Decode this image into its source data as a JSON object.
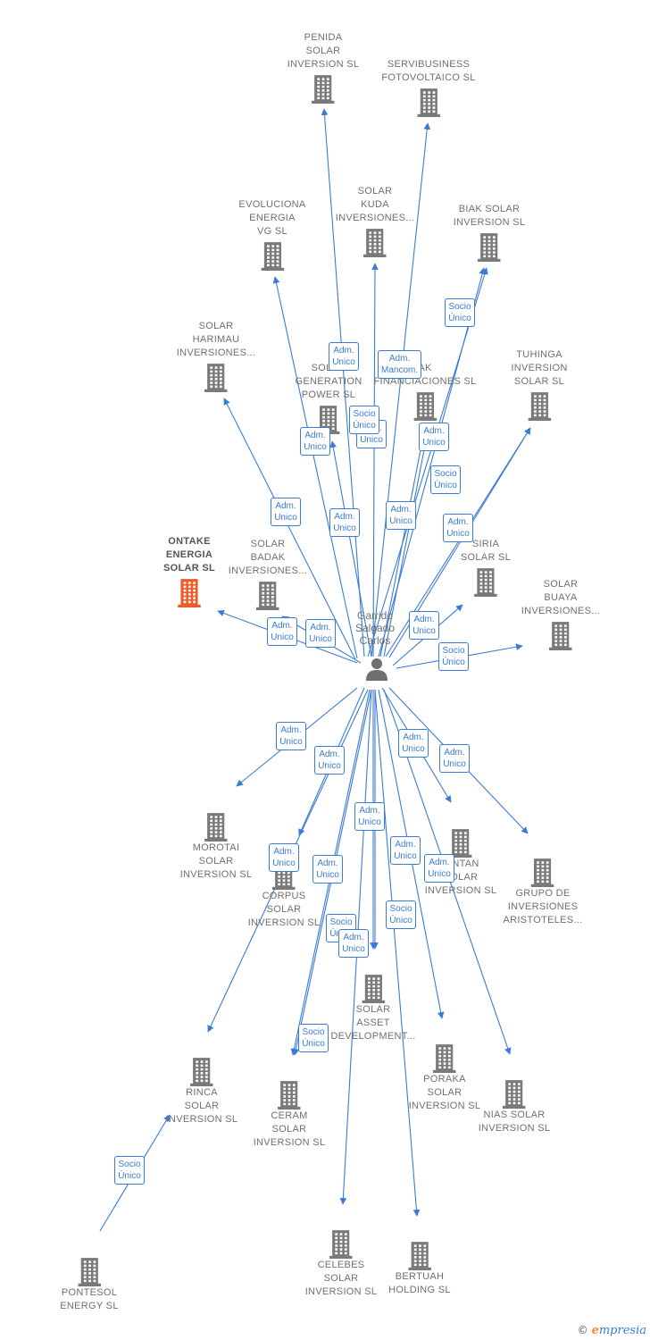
{
  "person": {
    "name": "Garrido\nSalgado\nCarlos",
    "icon": "person-icon"
  },
  "colors": {
    "edge": "#3a7bd5",
    "building": "#7a7a7a",
    "main_building": "#f05a28"
  },
  "nodes": [
    {
      "id": "penida",
      "label": "PENIDA\nSOLAR\nINVERSION  SL"
    },
    {
      "id": "servibusiness",
      "label": "SERVIBUSINESS\nFOTOVOLTAICO SL"
    },
    {
      "id": "evoluciona",
      "label": "EVOLUCIONA\nENERGIA\nVG  SL"
    },
    {
      "id": "kuda",
      "label": "SOLAR\nKUDA\nINVERSIONES..."
    },
    {
      "id": "biak",
      "label": "BIAK SOLAR\nINVERSION  SL"
    },
    {
      "id": "harimau",
      "label": "SOLAR\nHARIMAU\nINVERSIONES..."
    },
    {
      "id": "generation",
      "label": "SOLAR\nGENERATION\nPOWER SL"
    },
    {
      "id": "financiaciones",
      "label": "AK\nFINANCIACIONES SL"
    },
    {
      "id": "tuhinga",
      "label": "TUHINGA\nINVERSION\nSOLAR  SL"
    },
    {
      "id": "ontake",
      "label": "ONTAKE\nENERGIA\nSOLAR  SL",
      "main": true
    },
    {
      "id": "badak",
      "label": "SOLAR\nBADAK\nINVERSIONES..."
    },
    {
      "id": "siria",
      "label": "SIRIA\nSOLAR SL"
    },
    {
      "id": "buaya",
      "label": "SOLAR\nBUAYA\nINVERSIONES..."
    },
    {
      "id": "morotai",
      "label": "MOROTAI\nSOLAR\nINVERSION  SL"
    },
    {
      "id": "bintan",
      "label": "BINTAN\nSOLAR\nINVERSION  SL"
    },
    {
      "id": "aristoteles",
      "label": "GRUPO DE\nINVERSIONES\nARISTOTELES..."
    },
    {
      "id": "corpus",
      "label": "CORPUS\nSOLAR\nINVERSION  SL"
    },
    {
      "id": "asset",
      "label": "SOLAR\nASSET\nDEVELOPMENT..."
    },
    {
      "id": "rinca",
      "label": "RINCA\nSOLAR\nINVERSION  SL"
    },
    {
      "id": "ceram",
      "label": "CERAM\nSOLAR\nINVERSION  SL"
    },
    {
      "id": "poraka",
      "label": "PORAKA\nSOLAR\nINVERSION  SL"
    },
    {
      "id": "nias",
      "label": "NIAS SOLAR\nINVERSION  SL"
    },
    {
      "id": "celebes",
      "label": "CELEBES\nSOLAR\nINVERSION  SL"
    },
    {
      "id": "bertuah",
      "label": "BERTUAH\nHOLDING  SL"
    },
    {
      "id": "pontesol",
      "label": "PONTESOL\nENERGY  SL"
    }
  ],
  "edges": [
    {
      "from": "person",
      "to": "penida",
      "label": "Adm.\nUnico"
    },
    {
      "from": "person",
      "to": "servibusiness",
      "label": "Adm.\nMancom."
    },
    {
      "from": "person",
      "to": "evoluciona",
      "label": "Adm.\nUnico"
    },
    {
      "from": "person",
      "to": "kuda",
      "label": "Adm.\nUnico"
    },
    {
      "from": "person",
      "to": "biak",
      "label": "Socio\nÚnico"
    },
    {
      "from": "person",
      "to": "biak",
      "label": "Adm.\nUnico"
    },
    {
      "from": "person",
      "to": "harimau",
      "label": "Adm.\nUnico"
    },
    {
      "from": "person",
      "to": "generation",
      "label": "Adm.\nUnico"
    },
    {
      "from": "person",
      "to": "financiaciones",
      "label": "Socio\nÚnico"
    },
    {
      "from": "person",
      "to": "financiaciones",
      "label": "Adm.\nUnico"
    },
    {
      "from": "person",
      "to": "tuhinga",
      "label": "Socio\nÚnico"
    },
    {
      "from": "person",
      "to": "tuhinga",
      "label": "Adm.\nUnico"
    },
    {
      "from": "person",
      "to": "ontake",
      "label": "Adm.\nUnico"
    },
    {
      "from": "person",
      "to": "badak",
      "label": "Adm.\nUnico"
    },
    {
      "from": "person",
      "to": "siria",
      "label": "Adm.\nUnico"
    },
    {
      "from": "person",
      "to": "buaya",
      "label": "Socio\nÚnico"
    },
    {
      "from": "person",
      "to": "morotai",
      "label": "Adm.\nUnico"
    },
    {
      "from": "person",
      "to": "corpus",
      "label": "Adm.\nUnico"
    },
    {
      "from": "person",
      "to": "bintan",
      "label": "Adm.\nUnico"
    },
    {
      "from": "person",
      "to": "aristoteles",
      "label": "Adm.\nUnico"
    },
    {
      "from": "person",
      "to": "asset",
      "label": "Adm.\nUnico"
    },
    {
      "from": "person",
      "to": "rinca",
      "label": "Adm.\nUnico"
    },
    {
      "from": "person",
      "to": "ceram",
      "label": "Adm.\nUnico"
    },
    {
      "from": "person",
      "to": "poraka",
      "label": "Adm.\nUnico"
    },
    {
      "from": "person",
      "to": "nias",
      "label": "Adm.\nUnico"
    },
    {
      "from": "person",
      "to": "celebes",
      "label": "Socio\nÚnico"
    },
    {
      "from": "person",
      "to": "bertuah",
      "label": "Socio\nÚnico"
    },
    {
      "from": "person",
      "to": "asset",
      "label": "Adm.\nUnico"
    },
    {
      "from": "person",
      "to": "ceram",
      "label": "Socio\nÚnico"
    },
    {
      "from": "pontesol",
      "to": "rinca",
      "label": "Socio\nÚnico"
    }
  ],
  "footer": {
    "copyright": "©",
    "brand": "Empresia"
  }
}
